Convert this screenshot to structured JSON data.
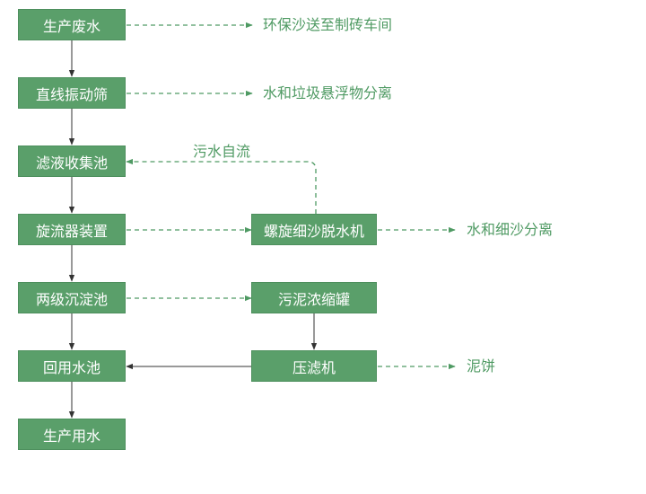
{
  "colors": {
    "box_fill": "#5a9f6a",
    "box_text": "#ffffff",
    "dashed_line": "#4f9a63",
    "solid_line": "#333333",
    "label_text": "#4f9a63"
  },
  "nodes": {
    "n1": "生产废水",
    "n2": "直线振动筛",
    "n3": "滤液收集池",
    "n4": "旋流器装置",
    "n5": "两级沉淀池",
    "n6": "回用水池",
    "n7": "生产用水",
    "r1": "螺旋细沙脱水机",
    "r2": "污泥浓缩罐",
    "r3": "压滤机"
  },
  "outputs": {
    "o1": "环保沙送至制砖车间",
    "o2": "水和垃圾悬浮物分离",
    "o3": "水和细沙分离",
    "o4": "泥饼"
  },
  "edge_labels": {
    "overflow": "污水自流"
  }
}
